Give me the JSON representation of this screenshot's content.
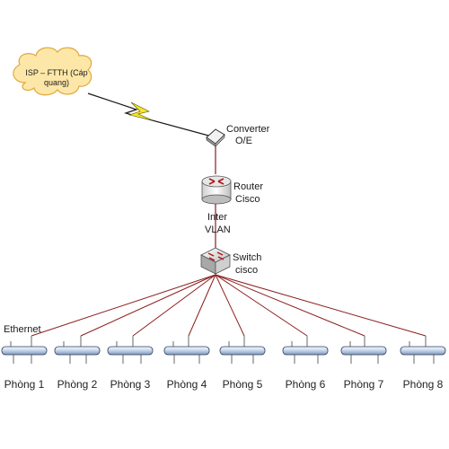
{
  "diagram": {
    "isp_label_line1": "ISP – FTTH (Cáp",
    "isp_label_line2": "quang)",
    "converter_line1": "Converter",
    "converter_line2": "O/E",
    "router_line1": "Router",
    "router_line2": "Cisco",
    "intervlan_line1": "Inter",
    "intervlan_line2": "VLAN",
    "switch_line1": "Switch",
    "switch_line2": "cisco",
    "ethernet_label": "Ethernet",
    "rooms": [
      "Phòng 1",
      "Phòng 2",
      "Phòng 3",
      "Phòng 4",
      "Phòng 5",
      "Phòng 6",
      "Phòng 7",
      "Phòng 8"
    ]
  },
  "colors": {
    "cloud_fill": "#fde7a8",
    "cloud_stroke": "#e0a83a",
    "bolt_fill": "#f3e62a",
    "link_line": "#8b1d1d",
    "segment_fill": "#c9d9ee",
    "segment_stroke": "#2c3e5c"
  },
  "icons": [
    "cloud-icon",
    "lightning-bolt-icon",
    "converter-icon",
    "router-icon",
    "switch-icon"
  ]
}
